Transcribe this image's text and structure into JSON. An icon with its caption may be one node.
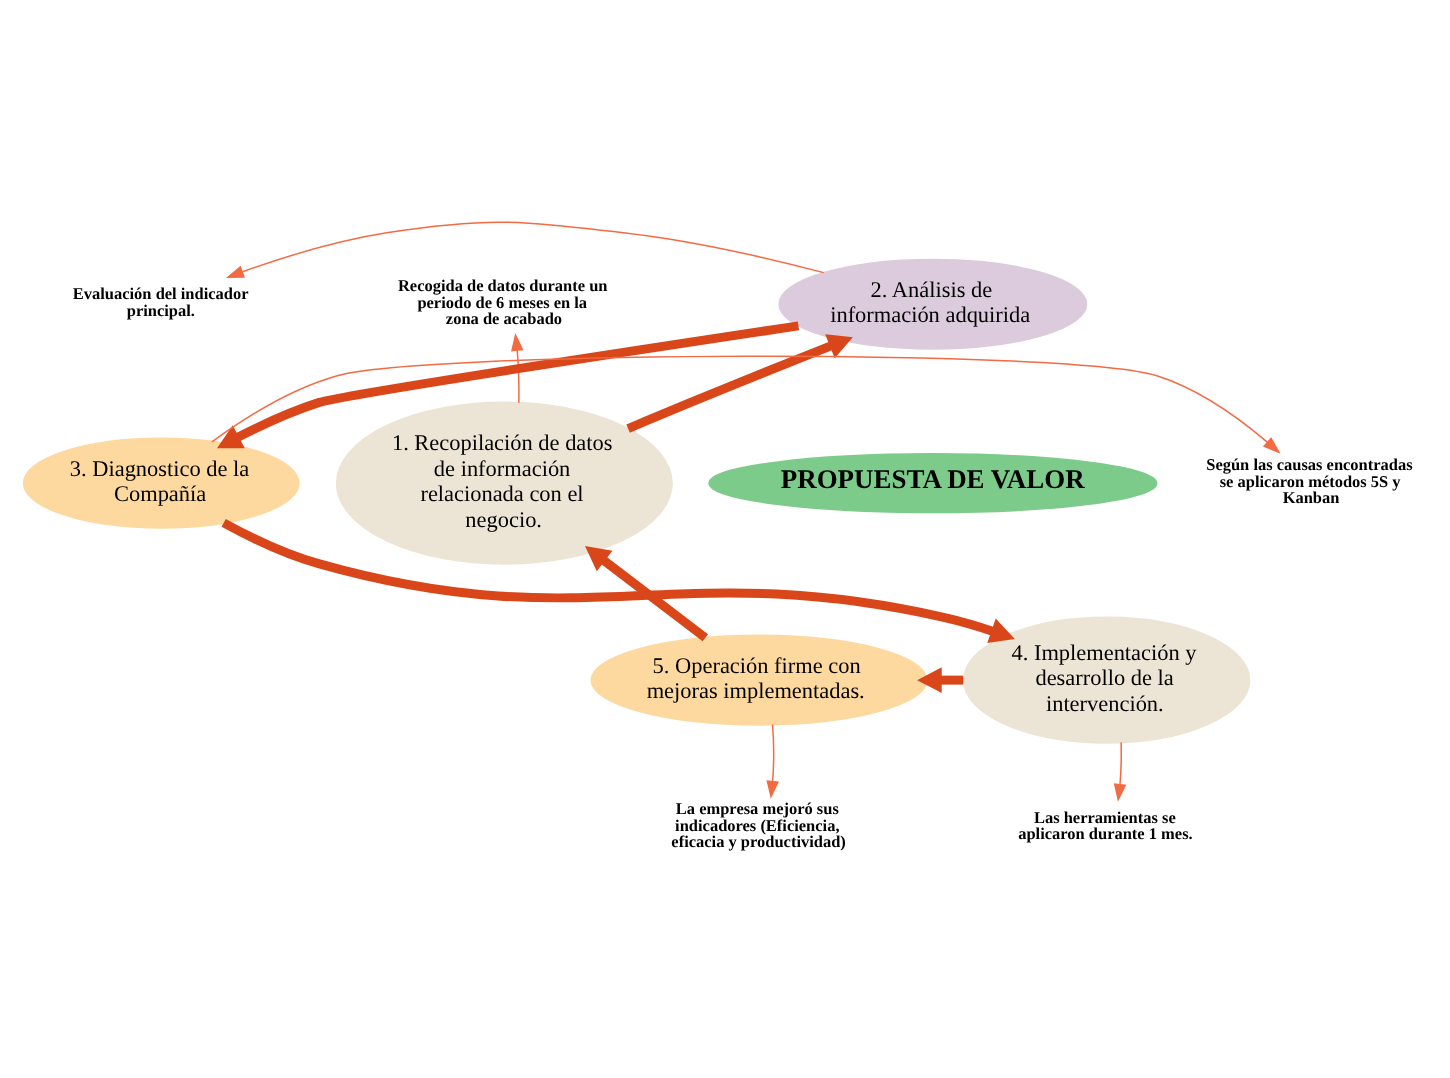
{
  "diagram": {
    "nodes": [
      {
        "text": [
          "1. Recopilación de datos de información relacionada con el negocio."
        ]
      },
      {
        "text": [
          "2. Análisis de información adquirida"
        ]
      },
      {
        "text": [
          "3. Diagnostico de la Compañía"
        ]
      },
      {
        "text": [
          "4. Implementación y desarrollo de la intervención."
        ]
      },
      {
        "text": [
          "5. Operación firme con mejoras implementadas."
        ]
      },
      {
        "text": [
          "PROPUESTA DE VALOR"
        ]
      },
      {
        "text": [
          "Evaluación del indicador principal."
        ]
      },
      {
        "text": [
          "Según las causas encontradas se aplicaron métodos 5S y Kanban"
        ]
      },
      {
        "text": [
          "Las herramientas se aplicaron durante 1 mes."
        ]
      },
      {
        "text": [
          "La empresa mejoró sus indicadores (Eficiencia, eficacia y productividad)"
        ]
      },
      {
        "text": [
          "Recogida de datos durante un periodo de 6 meses en la zona de acabado"
        ]
      }
    ],
    "edges": [
      {
        "from": 0,
        "to": 1,
        "arrow": "to",
        "style": "thick",
        "color": "#d9461a"
      },
      {
        "from": 1,
        "to": 2,
        "arrow": "to",
        "style": "thick",
        "color": "#d9461a"
      },
      {
        "from": 2,
        "to": 3,
        "arrow": "to",
        "style": "thick",
        "color": "#d9461a"
      },
      {
        "from": 3,
        "to": 4,
        "arrow": "to",
        "style": "thick",
        "color": "#d9461a"
      },
      {
        "from": 4,
        "to": 0,
        "arrow": "to",
        "style": "thick",
        "color": "#d9461a"
      },
      {
        "from": 1,
        "to": 6,
        "arrow": "to"
      },
      {
        "from": 2,
        "to": 7,
        "arrow": "to"
      },
      {
        "from": 3,
        "to": 8,
        "arrow": "to"
      },
      {
        "from": 4,
        "to": 9,
        "arrow": "to"
      },
      {
        "from": 0,
        "to": 10,
        "arrow": "to"
      }
    ]
  }
}
